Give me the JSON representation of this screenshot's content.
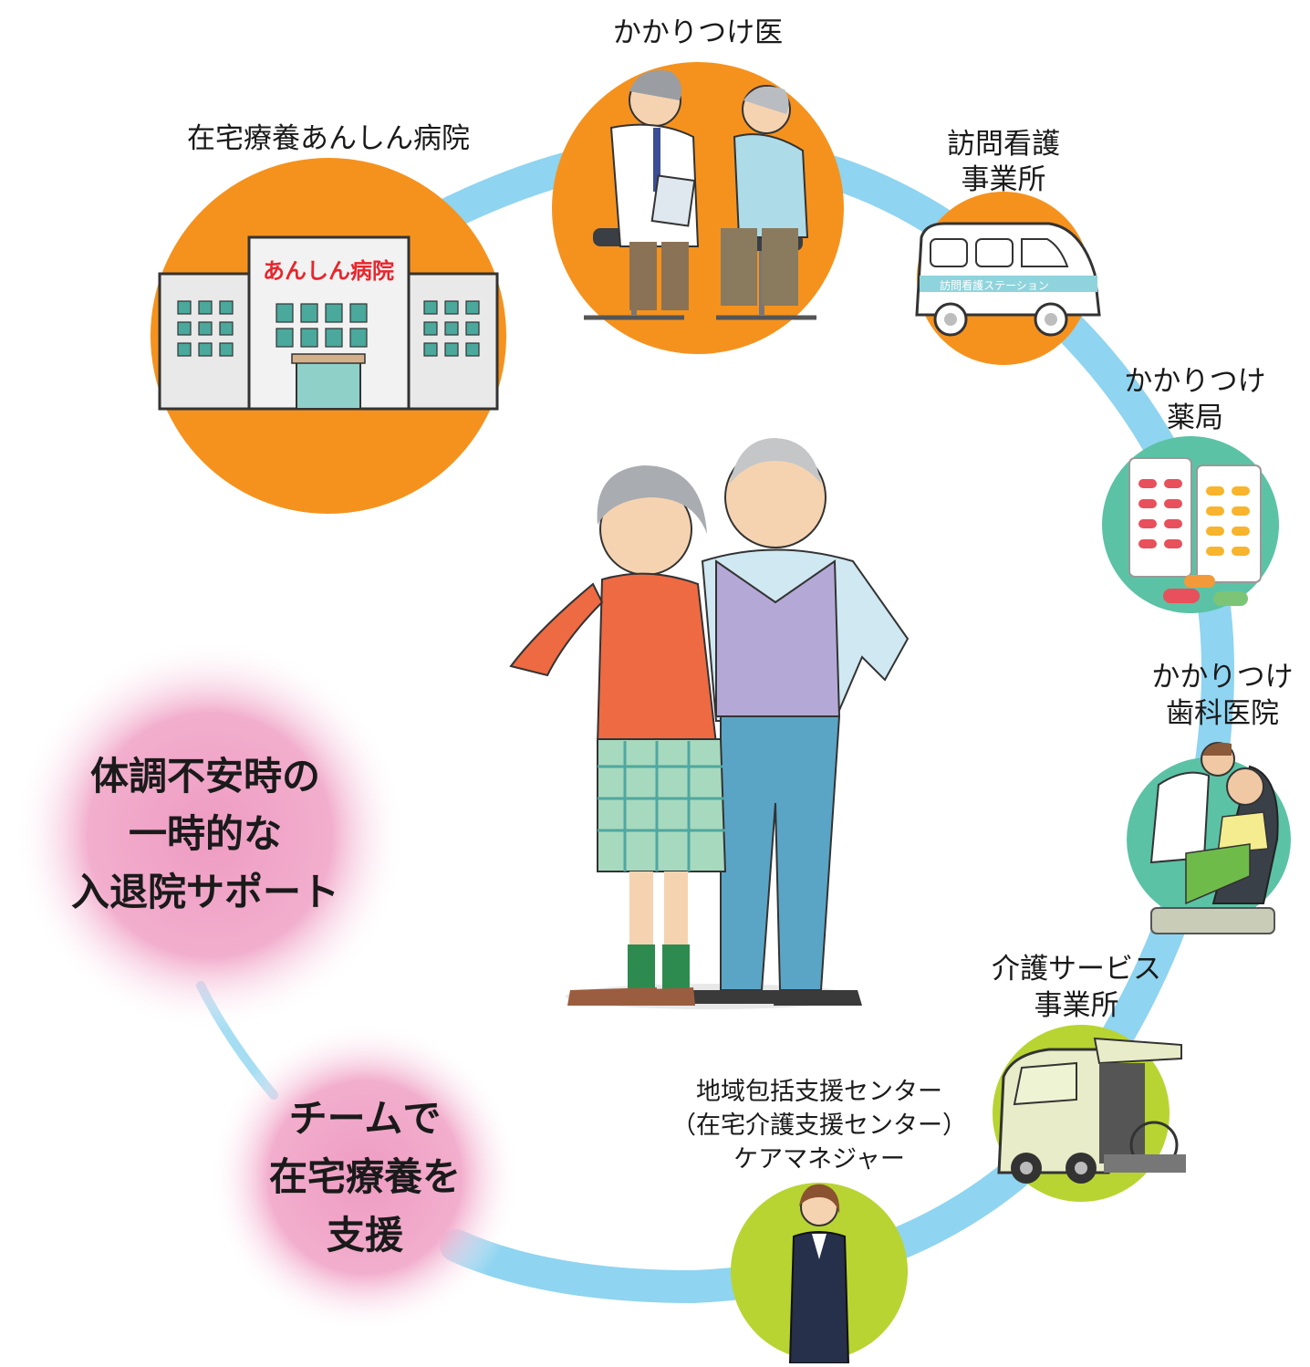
{
  "nodes": {
    "hospital": {
      "label": "在宅療養あんしん病院",
      "sign": "あんしん病院"
    },
    "doctor": {
      "label": "かかりつけ医"
    },
    "nursing": {
      "label_line1": "訪問看護",
      "label_line2": "事業所",
      "van_text": "訪問看護ステーション"
    },
    "pharmacy": {
      "label_line1": "かかりつけ",
      "label_line2": "薬局"
    },
    "dental": {
      "label_line1": "かかりつけ",
      "label_line2": "歯科医院"
    },
    "care_service": {
      "label_line1": "介護サービス",
      "label_line2": "事業所"
    },
    "care_manager": {
      "label_line1": "地域包括支援センター",
      "label_line2": "（在宅介護支援センター）",
      "label_line3": "ケアマネジャー"
    }
  },
  "bubbles": {
    "top": {
      "line1": "体調不安時の",
      "line2": "一時的な",
      "line3": "入退院サポート"
    },
    "bottom": {
      "line1": "チームで",
      "line2": "在宅療養を",
      "line3": "支援"
    }
  },
  "colors": {
    "ring": "#8fd4f0",
    "orange": "#f5921e",
    "teal": "#5bc2a5",
    "lime": "#b8d432",
    "pink": "#ee9cc2"
  }
}
